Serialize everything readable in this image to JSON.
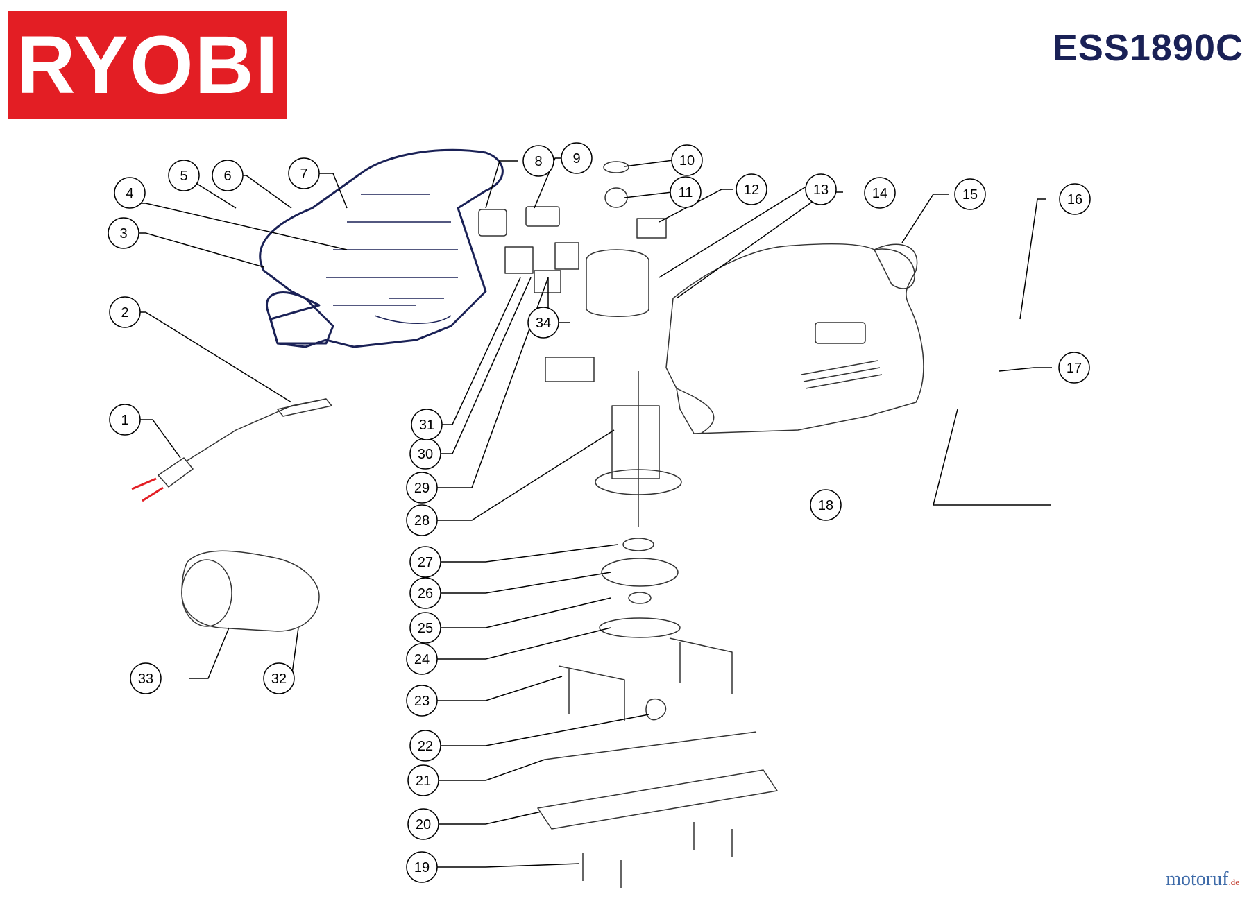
{
  "brand": {
    "logo_text": "RYOBI",
    "color": "#e31e24"
  },
  "model": "ESS1890C",
  "watermark": {
    "main": "motoruf",
    "suffix": ".de"
  },
  "colors": {
    "outline": "#1a2156",
    "callout": "#000000",
    "accent_red": "#e31e24"
  },
  "parts": [
    "1",
    "2",
    "3",
    "4",
    "5",
    "6",
    "7",
    "8",
    "9",
    "10",
    "11",
    "12",
    "13",
    "14",
    "15",
    "16",
    "17",
    "18",
    "19",
    "20",
    "21",
    "22",
    "23",
    "24",
    "25",
    "26",
    "27",
    "28",
    "29",
    "30",
    "31",
    "32",
    "33",
    "34"
  ]
}
